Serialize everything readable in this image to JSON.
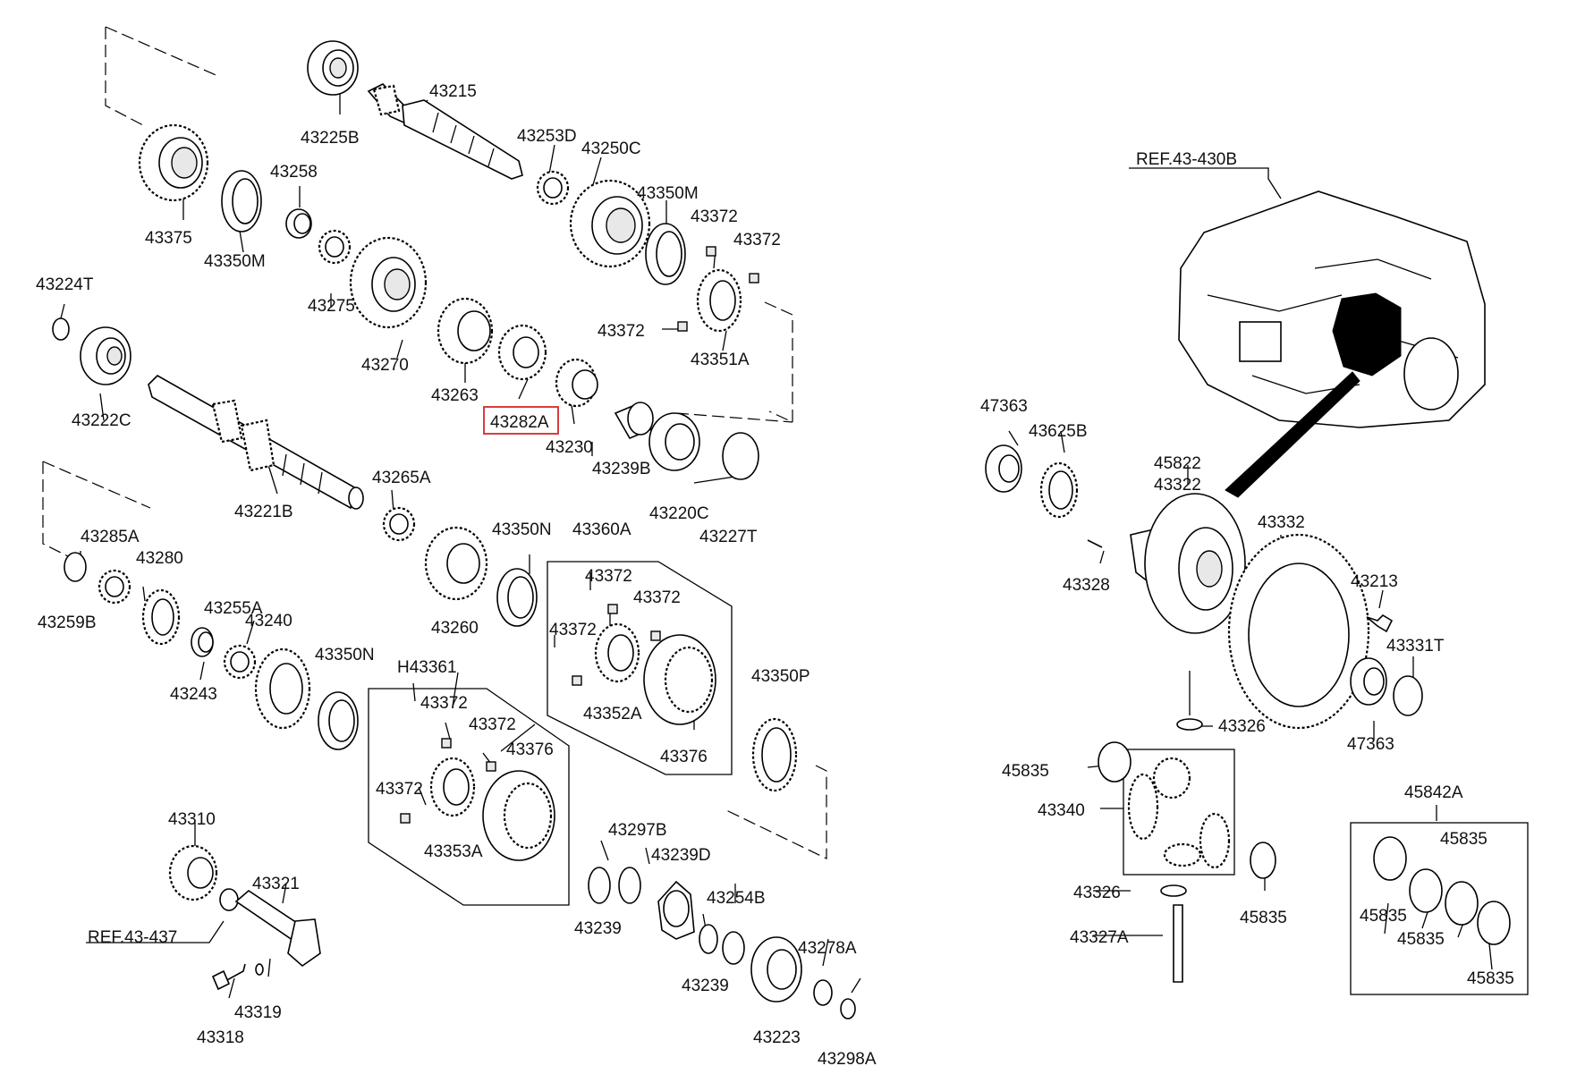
{
  "labels": {
    "p43215": "43215",
    "p43225B": "43225B",
    "p43253D": "43253D",
    "p43250C": "43250C",
    "p43375": "43375",
    "p43258": "43258",
    "p43350M_a": "43350M",
    "p43350M_b": "43350M",
    "p43372_a": "43372",
    "p43372_b": "43372",
    "p43372_c": "43372",
    "p43224T": "43224T",
    "p43275": "43275",
    "p43351A": "43351A",
    "p43270": "43270",
    "p43263": "43263",
    "p43222C": "43222C",
    "p43282A": "43282A",
    "p43230": "43230",
    "p43239B": "43239B",
    "p43265A": "43265A",
    "p43221B": "43221B",
    "p43220C": "43220C",
    "p43227T": "43227T",
    "p43285A": "43285A",
    "p43350N_a": "43350N",
    "p43360A": "43360A",
    "p43280": "43280",
    "p43372_d": "43372",
    "p43372_e": "43372",
    "p43372_f": "43372",
    "p43259B": "43259B",
    "p43255A": "43255A",
    "p43240": "43240",
    "p43260": "43260",
    "p43350N_b": "43350N",
    "p43352A": "43352A",
    "pH43361": "H43361",
    "p43243": "43243",
    "p43350P": "43350P",
    "p43372_g": "43372",
    "p43372_h": "43372",
    "p43376_a": "43376",
    "p43376_b": "43376",
    "p43372_i": "43372",
    "p43353A": "43353A",
    "p43310": "43310",
    "p43297B": "43297B",
    "p43239D": "43239D",
    "p43321": "43321",
    "p43254B": "43254B",
    "ref43437": "REF.43-437",
    "p43239_a": "43239",
    "p43239_b": "43239",
    "p43278A": "43278A",
    "p43319": "43319",
    "p43318": "43318",
    "p43223": "43223",
    "p43298A": "43298A",
    "ref43430B": "REF.43-430B",
    "p47363_a": "47363",
    "p43625B": "43625B",
    "p45822": "45822",
    "p43322": "43322",
    "p43332": "43332",
    "p43328": "43328",
    "p43213": "43213",
    "p43331T": "43331T",
    "p43326_a": "43326",
    "p47363_b": "47363",
    "p45835_a": "45835",
    "p43340": "43340",
    "p45842A": "45842A",
    "p45835_b": "45835",
    "p43326_b": "43326",
    "p45835_c": "45835",
    "p45835_d": "45835",
    "p45835_e": "45835",
    "p43327A": "43327A",
    "p45835_f": "45835"
  },
  "highlight": {
    "part": "43282A",
    "color": "#d62728"
  }
}
